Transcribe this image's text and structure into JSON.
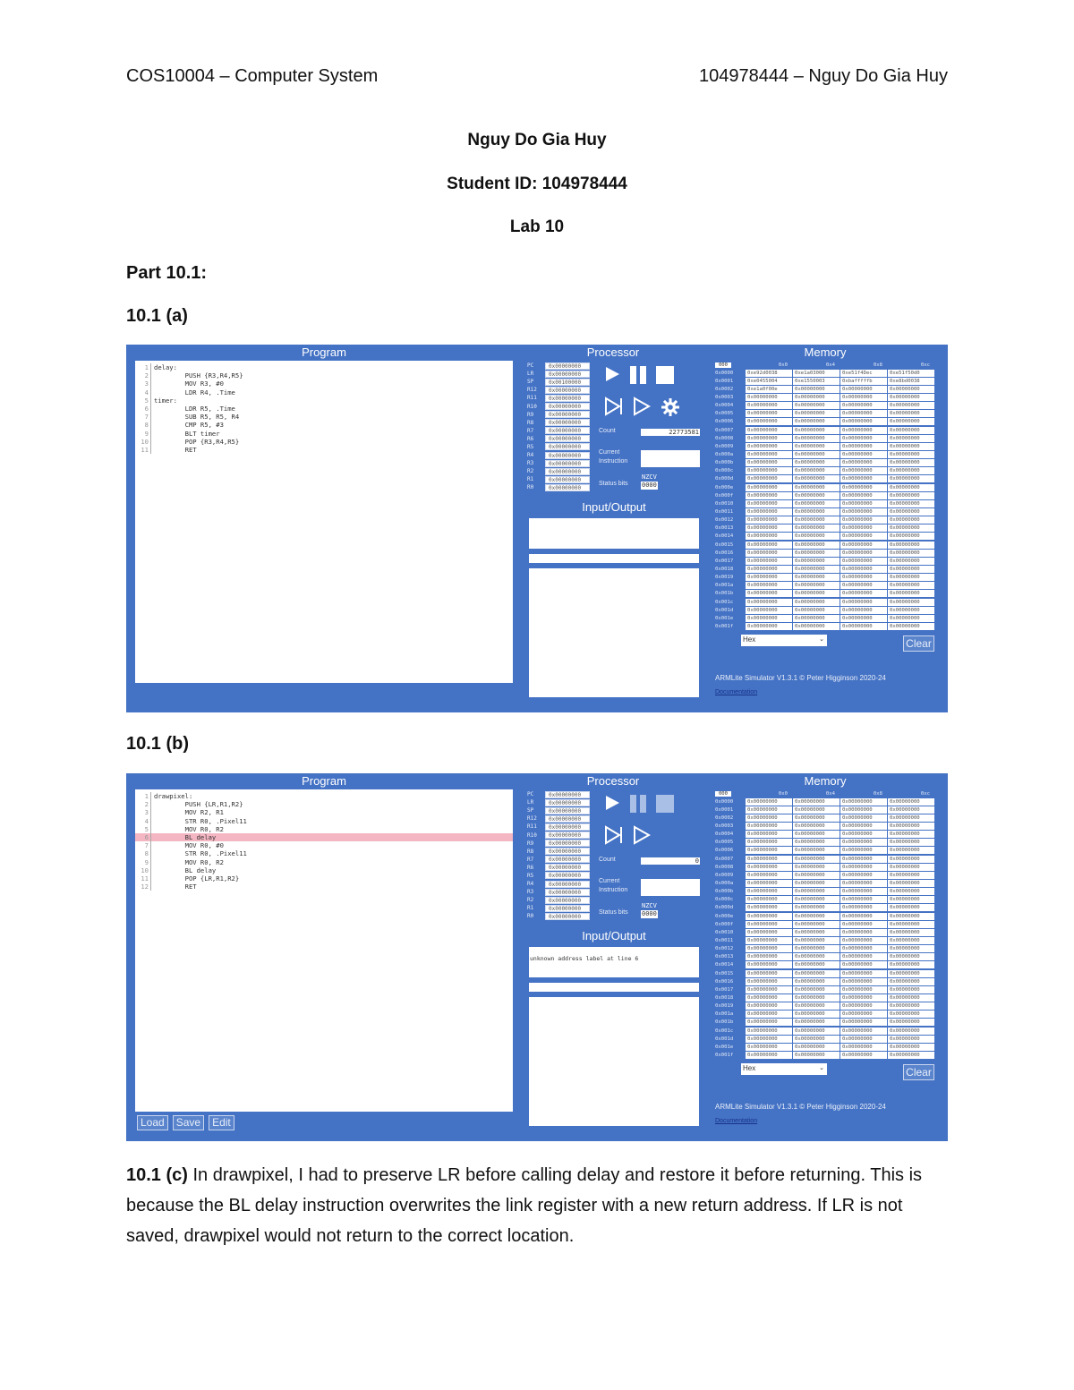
{
  "header": {
    "left": "COS10004 – Computer System",
    "right": "104978444 – Nguy Do Gia Huy"
  },
  "title": {
    "name": "Nguy Do Gia Huy",
    "student_id": "Student ID: 104978444",
    "lab": "Lab 10"
  },
  "sections": {
    "part": "Part 10.1:",
    "a": "10.1 (a)",
    "b": "10.1 (b)"
  },
  "answer_c": {
    "label": "10.1 (c)",
    "text": " In drawpixel, I had to preserve LR before calling delay and restore it before returning. This is because the BL delay instruction overwrites the link register with a new return address. If LR is not saved, drawpixel would not return to the correct location."
  },
  "screenshots": [
    {
      "panels": {
        "program": "Program",
        "processor": "Processor",
        "memory": "Memory",
        "io": "Input/Output"
      },
      "code": [
        "delay:",
        "        PUSH {R3,R4,R5}",
        "        MOV R3, #0",
        "        LDR R4, .Time",
        "timer:",
        "        LDR R5, .Time",
        "        SUB R5, R5, R4",
        "        CMP R5, #3",
        "        BLT timer",
        "        POP {R3,R4,R5}",
        "        RET"
      ],
      "highlight_line": null,
      "registers": [
        {
          "name": "PC",
          "value": "0x00000000"
        },
        {
          "name": "LR",
          "value": "0x00000000"
        },
        {
          "name": "SP",
          "value": "0x00100000"
        },
        {
          "name": "R12",
          "value": "0x00000000"
        },
        {
          "name": "R11",
          "value": "0x00000000"
        },
        {
          "name": "R10",
          "value": "0x00000000"
        },
        {
          "name": "R9",
          "value": "0x00000000"
        },
        {
          "name": "R8",
          "value": "0x00000000"
        },
        {
          "name": "R7",
          "value": "0x00000000"
        },
        {
          "name": "R6",
          "value": "0x00000000"
        },
        {
          "name": "R5",
          "value": "0x00000000"
        },
        {
          "name": "R4",
          "value": "0x00000000"
        },
        {
          "name": "R3",
          "value": "0x00000000"
        },
        {
          "name": "R2",
          "value": "0x00000000"
        },
        {
          "name": "R1",
          "value": "0x00000000"
        },
        {
          "name": "R0",
          "value": "0x00000000"
        }
      ],
      "count_label": "Count",
      "count": "22773581",
      "current_label_1": "Current",
      "current_label_2": "Instruction",
      "status_label": "Status bits",
      "nzcv_head": "NZCV",
      "nzcv": "0000",
      "io_text": "",
      "mem_tag": "000",
      "mem_cols": [
        "0x0",
        "0x4",
        "0x8",
        "0xc"
      ],
      "mem_rows": [
        [
          "0x0000",
          "0xe92d0038",
          "0xe1a03000",
          "0xe51f4Dec",
          "0xe51f50d0"
        ],
        [
          "0x0001",
          "0xe0455004",
          "0xe1550003",
          "0xbafffffb",
          "0xe8bd0038"
        ],
        [
          "0x0002",
          "0xe1a0f00e",
          "0x00000000",
          "0x00000000",
          "0x00000000"
        ],
        [
          "0x0003",
          "0x00000000",
          "0x00000000",
          "0x00000000",
          "0x00000000"
        ],
        [
          "0x0004",
          "0x00000000",
          "0x00000000",
          "0x00000000",
          "0x00000000"
        ],
        [
          "0x0005",
          "0x00000000",
          "0x00000000",
          "0x00000000",
          "0x00000000"
        ],
        [
          "0x0006",
          "0x00000000",
          "0x00000000",
          "0x00000000",
          "0x00000000"
        ],
        [
          "0x0007",
          "0x00000000",
          "0x00000000",
          "0x00000000",
          "0x00000000"
        ],
        [
          "0x0008",
          "0x00000000",
          "0x00000000",
          "0x00000000",
          "0x00000000"
        ],
        [
          "0x0009",
          "0x00000000",
          "0x00000000",
          "0x00000000",
          "0x00000000"
        ],
        [
          "0x000a",
          "0x00000000",
          "0x00000000",
          "0x00000000",
          "0x00000000"
        ],
        [
          "0x000b",
          "0x00000000",
          "0x00000000",
          "0x00000000",
          "0x00000000"
        ],
        [
          "0x000c",
          "0x00000000",
          "0x00000000",
          "0x00000000",
          "0x00000000"
        ],
        [
          "0x000d",
          "0x00000000",
          "0x00000000",
          "0x00000000",
          "0x00000000"
        ],
        [
          "0x000e",
          "0x00000000",
          "0x00000000",
          "0x00000000",
          "0x00000000"
        ],
        [
          "0x000f",
          "0x00000000",
          "0x00000000",
          "0x00000000",
          "0x00000000"
        ],
        [
          "0x0010",
          "0x00000000",
          "0x00000000",
          "0x00000000",
          "0x00000000"
        ],
        [
          "0x0011",
          "0x00000000",
          "0x00000000",
          "0x00000000",
          "0x00000000"
        ],
        [
          "0x0012",
          "0x00000000",
          "0x00000000",
          "0x00000000",
          "0x00000000"
        ],
        [
          "0x0013",
          "0x00000000",
          "0x00000000",
          "0x00000000",
          "0x00000000"
        ],
        [
          "0x0014",
          "0x00000000",
          "0x00000000",
          "0x00000000",
          "0x00000000"
        ],
        [
          "0x0015",
          "0x00000000",
          "0x00000000",
          "0x00000000",
          "0x00000000"
        ],
        [
          "0x0016",
          "0x00000000",
          "0x00000000",
          "0x00000000",
          "0x00000000"
        ],
        [
          "0x0017",
          "0x00000000",
          "0x00000000",
          "0x00000000",
          "0x00000000"
        ],
        [
          "0x0018",
          "0x00000000",
          "0x00000000",
          "0x00000000",
          "0x00000000"
        ],
        [
          "0x0019",
          "0x00000000",
          "0x00000000",
          "0x00000000",
          "0x00000000"
        ],
        [
          "0x001a",
          "0x00000000",
          "0x00000000",
          "0x00000000",
          "0x00000000"
        ],
        [
          "0x001b",
          "0x00000000",
          "0x00000000",
          "0x00000000",
          "0x00000000"
        ],
        [
          "0x001c",
          "0x00000000",
          "0x00000000",
          "0x00000000",
          "0x00000000"
        ],
        [
          "0x001d",
          "0x00000000",
          "0x00000000",
          "0x00000000",
          "0x00000000"
        ],
        [
          "0x001e",
          "0x00000000",
          "0x00000000",
          "0x00000000",
          "0x00000000"
        ],
        [
          "0x001f",
          "0x00000000",
          "0x00000000",
          "0x00000000",
          "0x00000000"
        ]
      ],
      "mem_format": "Hex",
      "clear_label": "Clear",
      "credit": "ARMLite Simulator V1.3.1 © Peter Higginson 2020-24",
      "doc_link": "Documentation",
      "show_settings": true,
      "pause_stop_dim": false,
      "buttons": null
    },
    {
      "panels": {
        "program": "Program",
        "processor": "Processor",
        "memory": "Memory",
        "io": "Input/Output"
      },
      "code": [
        "drawpixel:",
        "        PUSH {LR,R1,R2}",
        "        MOV R2, R1",
        "        STR R0, .Pixel11",
        "        MOV R0, R2",
        "        BL delay",
        "        MOV R0, #0",
        "        STR R0, .Pixel11",
        "        MOV R0, R2",
        "        BL delay",
        "        POP {LR,R1,R2}",
        "        RET"
      ],
      "highlight_line": 5,
      "registers": [
        {
          "name": "PC",
          "value": "0x00000000"
        },
        {
          "name": "LR",
          "value": "0x00000000"
        },
        {
          "name": "SP",
          "value": "0x00000000"
        },
        {
          "name": "R12",
          "value": "0x00000000"
        },
        {
          "name": "R11",
          "value": "0x00000000"
        },
        {
          "name": "R10",
          "value": "0x00000000"
        },
        {
          "name": "R9",
          "value": "0x00000000"
        },
        {
          "name": "R8",
          "value": "0x00000000"
        },
        {
          "name": "R7",
          "value": "0x00000000"
        },
        {
          "name": "R6",
          "value": "0x00000000"
        },
        {
          "name": "R5",
          "value": "0x00000000"
        },
        {
          "name": "R4",
          "value": "0x00000000"
        },
        {
          "name": "R3",
          "value": "0x00000000"
        },
        {
          "name": "R2",
          "value": "0x00000000"
        },
        {
          "name": "R1",
          "value": "0x00000000"
        },
        {
          "name": "R0",
          "value": "0x00000000"
        }
      ],
      "count_label": "Count",
      "count": "0",
      "current_label_1": "Current",
      "current_label_2": "Instruction",
      "status_label": "Status bits",
      "nzcv_head": "NZCV",
      "nzcv": "0000",
      "io_text": "unknown address label at line 6",
      "mem_tag": "000",
      "mem_cols": [
        "0x0",
        "0x4",
        "0x8",
        "0xc"
      ],
      "mem_rows": [
        [
          "0x0000",
          "0x00000000",
          "0x00000000",
          "0x00000000",
          "0x00000000"
        ],
        [
          "0x0001",
          "0x00000000",
          "0x00000000",
          "0x00000000",
          "0x00000000"
        ],
        [
          "0x0002",
          "0x00000000",
          "0x00000000",
          "0x00000000",
          "0x00000000"
        ],
        [
          "0x0003",
          "0x00000000",
          "0x00000000",
          "0x00000000",
          "0x00000000"
        ],
        [
          "0x0004",
          "0x00000000",
          "0x00000000",
          "0x00000000",
          "0x00000000"
        ],
        [
          "0x0005",
          "0x00000000",
          "0x00000000",
          "0x00000000",
          "0x00000000"
        ],
        [
          "0x0006",
          "0x00000000",
          "0x00000000",
          "0x00000000",
          "0x00000000"
        ],
        [
          "0x0007",
          "0x00000000",
          "0x00000000",
          "0x00000000",
          "0x00000000"
        ],
        [
          "0x0008",
          "0x00000000",
          "0x00000000",
          "0x00000000",
          "0x00000000"
        ],
        [
          "0x0009",
          "0x00000000",
          "0x00000000",
          "0x00000000",
          "0x00000000"
        ],
        [
          "0x000a",
          "0x00000000",
          "0x00000000",
          "0x00000000",
          "0x00000000"
        ],
        [
          "0x000b",
          "0x00000000",
          "0x00000000",
          "0x00000000",
          "0x00000000"
        ],
        [
          "0x000c",
          "0x00000000",
          "0x00000000",
          "0x00000000",
          "0x00000000"
        ],
        [
          "0x000d",
          "0x00000000",
          "0x00000000",
          "0x00000000",
          "0x00000000"
        ],
        [
          "0x000e",
          "0x00000000",
          "0x00000000",
          "0x00000000",
          "0x00000000"
        ],
        [
          "0x000f",
          "0x00000000",
          "0x00000000",
          "0x00000000",
          "0x00000000"
        ],
        [
          "0x0010",
          "0x00000000",
          "0x00000000",
          "0x00000000",
          "0x00000000"
        ],
        [
          "0x0011",
          "0x00000000",
          "0x00000000",
          "0x00000000",
          "0x00000000"
        ],
        [
          "0x0012",
          "0x00000000",
          "0x00000000",
          "0x00000000",
          "0x00000000"
        ],
        [
          "0x0013",
          "0x00000000",
          "0x00000000",
          "0x00000000",
          "0x00000000"
        ],
        [
          "0x0014",
          "0x00000000",
          "0x00000000",
          "0x00000000",
          "0x00000000"
        ],
        [
          "0x0015",
          "0x00000000",
          "0x00000000",
          "0x00000000",
          "0x00000000"
        ],
        [
          "0x0016",
          "0x00000000",
          "0x00000000",
          "0x00000000",
          "0x00000000"
        ],
        [
          "0x0017",
          "0x00000000",
          "0x00000000",
          "0x00000000",
          "0x00000000"
        ],
        [
          "0x0018",
          "0x00000000",
          "0x00000000",
          "0x00000000",
          "0x00000000"
        ],
        [
          "0x0019",
          "0x00000000",
          "0x00000000",
          "0x00000000",
          "0x00000000"
        ],
        [
          "0x001a",
          "0x00000000",
          "0x00000000",
          "0x00000000",
          "0x00000000"
        ],
        [
          "0x001b",
          "0x00000000",
          "0x00000000",
          "0x00000000",
          "0x00000000"
        ],
        [
          "0x001c",
          "0x00000000",
          "0x00000000",
          "0x00000000",
          "0x00000000"
        ],
        [
          "0x001d",
          "0x00000000",
          "0x00000000",
          "0x00000000",
          "0x00000000"
        ],
        [
          "0x001e",
          "0x00000000",
          "0x00000000",
          "0x00000000",
          "0x00000000"
        ],
        [
          "0x001f",
          "0x00000000",
          "0x00000000",
          "0x00000000",
          "0x00000000"
        ]
      ],
      "mem_format": "Hex",
      "clear_label": "Clear",
      "credit": "ARMLite Simulator V1.3.1 © Peter Higginson 2020-24",
      "doc_link": "Documentation",
      "show_settings": false,
      "pause_stop_dim": true,
      "buttons": [
        "Load",
        "Save",
        "Edit"
      ]
    }
  ],
  "colors": {
    "panel_bg": "#4472c4",
    "highlight": "#f4b6c2",
    "link": "#16328a"
  },
  "icons": [
    "play-icon",
    "pause-icon",
    "stop-icon",
    "step-icon",
    "step-over-icon",
    "gear-icon"
  ]
}
